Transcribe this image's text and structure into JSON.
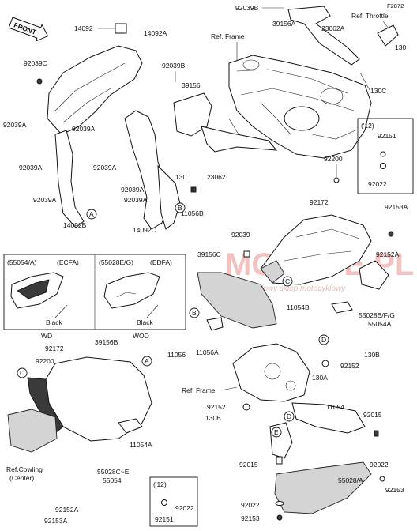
{
  "figure_code": "F2872",
  "front_label": "FRONT",
  "watermark": {
    "brand": "MOTOGE.PL",
    "tagline": "internetowy sklep motocyklowy"
  },
  "labels": {
    "p92039B_top": "92039B",
    "p39156A": "39156A",
    "p23062A": "23062A",
    "ref_throttle": "Ref. Throttle",
    "p130_top": "130",
    "p14092": "14092",
    "p14092A": "14092A",
    "ref_frame_top": "Ref. Frame",
    "p92039C": "92039C",
    "p92039B_mid": "92039B",
    "p39156": "39156",
    "p130C": "130C",
    "p92039A_1": "92039A",
    "p92039A_2": "92039A",
    "p92039A_3": "92039A",
    "p92039A_4": "92039A",
    "p92039A_5": "92039A",
    "p92039A_6": "92039A",
    "p130_mid": "130",
    "p23062": "23062",
    "p11056B": "11056B",
    "p92200_r": "92200",
    "p92172_r": "92172",
    "p92153A_r": "92153A",
    "p92152A_r": "92152A",
    "p14092B": "14092B",
    "p14092C": "14092C",
    "p92039": "92039",
    "p39156C": "39156C",
    "p11054B": "11054B",
    "p55028BFG": "55028B/F/G",
    "p55054A": "55054A",
    "p11056A": "11056A",
    "p92172_l": "92172",
    "p92200_l": "92200",
    "p39156B": "39156B",
    "p11056": "11056",
    "ref_frame_mid": "Ref. Frame",
    "p130A": "130A",
    "p130B_top": "130B",
    "p92152_top": "92152",
    "p92152_mid": "92152",
    "p130B_mid": "130B",
    "p11054": "11054",
    "p92015_r": "92015",
    "p11054A": "11054A",
    "p55028CE": "55028C~E",
    "p55054": "55054",
    "p92015_l": "92015",
    "p92022_r": "92022",
    "p55028A": "55028/A",
    "p92153_r": "92153",
    "p92022_m": "92022",
    "p92153_m": "92153",
    "p92152A_l": "92152A",
    "p92153A_l": "92153A",
    "ref_cowling_1": "Ref.Cowling",
    "ref_cowling_2": "(Center)"
  },
  "inset_12_top": {
    "title": "('12)",
    "p1": "92151",
    "p2": "92022"
  },
  "inset_12_bottom": {
    "title": "('12)",
    "p1": "92022",
    "p2": "92151"
  },
  "variant_left": {
    "code": "(55054/A)",
    "color_code": "(ECFA)",
    "color": "Black",
    "caption": "WD"
  },
  "variant_right": {
    "code": "(55028E/G)",
    "color_code": "(EDFA)",
    "color": "Black",
    "caption": "WOD"
  },
  "callouts": {
    "a": "A",
    "b": "B",
    "c": "C",
    "d": "D",
    "e": "E"
  }
}
